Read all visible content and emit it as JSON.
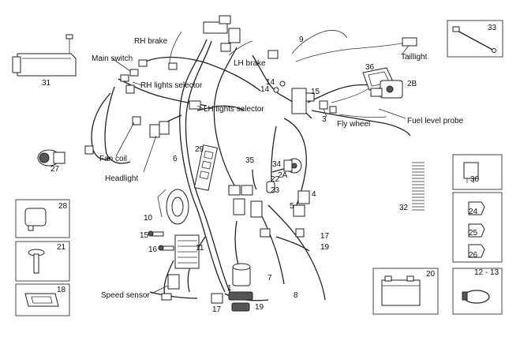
{
  "labels": {
    "rh_brake": "RH brake",
    "main_switch": "Main switch",
    "rh_lights_selector": "RH lights selector",
    "lh_brake": "LH brake",
    "lh_lights_selector": "LH lights selector",
    "taillight": "Taillight",
    "fly_wheel": "Fly wheel",
    "fuel_level_probe": "Fuel level probe",
    "fan_coil": "Fan coil",
    "headlight": "Headlight",
    "speed_sensor": "Speed sensor"
  },
  "numbers": {
    "n1": "1",
    "n2a": "2A",
    "n2b": "2B",
    "n3": "3",
    "n4": "4",
    "n5": "5",
    "n6": "6",
    "n7": "7",
    "n8": "8",
    "n9": "9",
    "n10": "10",
    "n11": "11",
    "n14a": "14",
    "n14b": "14",
    "n15a": "15",
    "n15b": "15",
    "n16": "16",
    "n17a": "17",
    "n17b": "17",
    "n18": "18",
    "n19a": "19",
    "n19b": "19",
    "n20": "20",
    "n21": "21",
    "n22": "22",
    "n23": "23",
    "n24": "24",
    "n25": "25",
    "n26": "26",
    "n27": "27",
    "n28": "28",
    "n29": "29",
    "n30": "30",
    "n31": "31",
    "n32": "32",
    "n33": "33",
    "n34": "34",
    "n35": "35",
    "n36": "36",
    "n12_13": "12 - 13"
  }
}
